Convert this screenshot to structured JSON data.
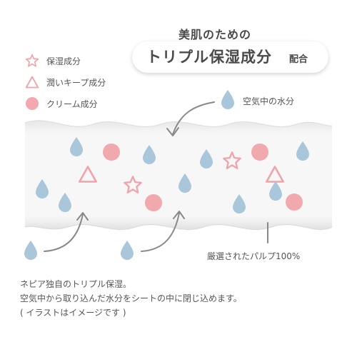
{
  "header": {
    "subtitle": "美肌のための",
    "title": "トリプル保湿成分",
    "title_suffix": "配合"
  },
  "legend": [
    {
      "shape": "star-icon",
      "label": "保湿成分"
    },
    {
      "shape": "triangle-icon",
      "label": "潤いキープ成分"
    },
    {
      "shape": "circle-icon",
      "label": "クリーム成分"
    }
  ],
  "annotations": {
    "air_moisture": "空気中の水分",
    "pulp": "厳選されたパルプ100%"
  },
  "footer": {
    "line1": "ネピア独自のトリプル保湿。",
    "line2": "空気中から取り込んだ水分をシートの中に閉じ込めます。",
    "line3": "( イラストはイメージです )"
  },
  "colors": {
    "pink": "#f0a3a8",
    "pink_fill": "#f2a9ad",
    "drop": "#a9c6da",
    "arrow": "#888888"
  }
}
